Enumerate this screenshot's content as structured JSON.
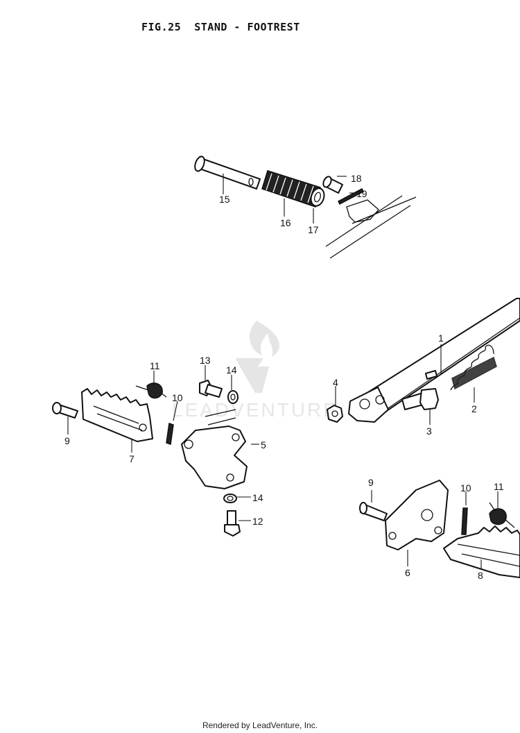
{
  "title": "FIG.25  STAND - FOOTREST",
  "footer": "Rendered by LeadVenture, Inc.",
  "watermark": "LEADVENTURE",
  "callouts": [
    {
      "id": "c1",
      "label": "1"
    },
    {
      "id": "c2",
      "label": "2"
    },
    {
      "id": "c3",
      "label": "3"
    },
    {
      "id": "c4",
      "label": "4"
    },
    {
      "id": "c5",
      "label": "5"
    },
    {
      "id": "c6",
      "label": "6"
    },
    {
      "id": "c7",
      "label": "7"
    },
    {
      "id": "c8",
      "label": "8"
    },
    {
      "id": "c9a",
      "label": "9"
    },
    {
      "id": "c9b",
      "label": "9"
    },
    {
      "id": "c10a",
      "label": "10"
    },
    {
      "id": "c10b",
      "label": "10"
    },
    {
      "id": "c11a",
      "label": "11"
    },
    {
      "id": "c11b",
      "label": "11"
    },
    {
      "id": "c12",
      "label": "12"
    },
    {
      "id": "c13",
      "label": "13"
    },
    {
      "id": "c14a",
      "label": "14"
    },
    {
      "id": "c14b",
      "label": "14"
    },
    {
      "id": "c15",
      "label": "15"
    },
    {
      "id": "c16",
      "label": "16"
    },
    {
      "id": "c17",
      "label": "17"
    },
    {
      "id": "c18",
      "label": "18"
    },
    {
      "id": "c19",
      "label": "19"
    }
  ]
}
